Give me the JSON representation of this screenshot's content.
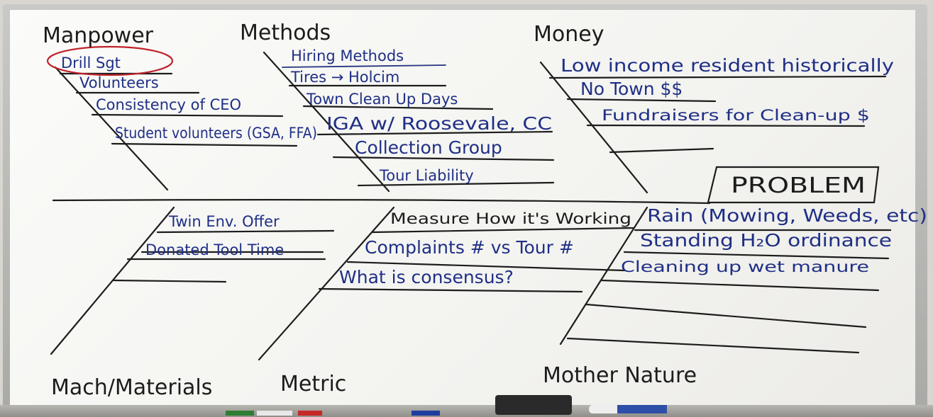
{
  "categories": {
    "manpower": {
      "label": "Manpower",
      "items": [
        "Drill Sgt",
        "Volunteers",
        "Consistency of CEO",
        "Student volunteers (GSA, FFA)"
      ]
    },
    "methods": {
      "label": "Methods",
      "items": [
        "Hiring Methods",
        "Tires → Holcim",
        "Town Clean Up Days",
        "IGA w/ Roosevale, CC",
        "Collection Group",
        "Tour Liability"
      ]
    },
    "money": {
      "label": "Money",
      "items": [
        "Low income resident historically",
        "No Town $$",
        "Fundraisers for Clean-up $"
      ]
    },
    "mach_materials": {
      "label": "Mach/Materials",
      "items": [
        "Twin Env. Offer",
        "Donated Tool Time"
      ]
    },
    "metric": {
      "label": "Metric",
      "items": [
        "Measure How it's Working",
        "Complaints # vs Tour #",
        "What is consensus?"
      ]
    },
    "mother_nature": {
      "label": "Mother Nature",
      "items": [
        "Rain (Mowing, Weeds, etc)",
        "Standing H₂O ordinance",
        "Cleaning up wet manure"
      ]
    }
  },
  "problem": "PROBLEM",
  "colors": {
    "black_ink": "#1c1c1c",
    "blue_ink": "#1f2f86",
    "red_ink": "#c0232c"
  }
}
